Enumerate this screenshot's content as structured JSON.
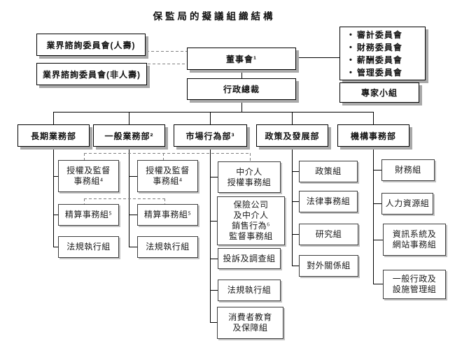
{
  "title": "保監局的擬議組織結構",
  "bullet_char": "•",
  "advisory_committees": {
    "life": "業界諮詢委員會(人壽)",
    "non_life": "業界諮詢委員會(非人壽)"
  },
  "board": "董事會¹",
  "board_committees": [
    "審計委員會",
    "財務委員會",
    "薪酬委員會",
    "管理委員會"
  ],
  "ceo": "行政總裁",
  "expert_panel": "專家小組",
  "divisions": [
    {
      "name": "長期業務部",
      "units": [
        "授權及監督\n事務組⁴",
        "精算事務組⁵",
        "法規執行組"
      ]
    },
    {
      "name": "一般業務部²",
      "units": [
        "授權及監督\n事務組⁴",
        "精算事務組⁵",
        "法規執行組"
      ]
    },
    {
      "name": "市場行為部³",
      "units": [
        "中介人\n授權事務組",
        "保險公司\n及中介人\n銷售行為⁶\n監督事務組",
        "投訴及調查組",
        "法規執行組",
        "消費者教育\n及保障組"
      ]
    },
    {
      "name": "政策及發展部",
      "units": [
        "政策組",
        "法律事務組",
        "研究組",
        "對外關係組"
      ]
    },
    {
      "name": "機構事務部",
      "units": [
        "財務組",
        "人力資源組",
        "資訊系統及\n網站事務組",
        "一般行政及\n設施管理組"
      ]
    }
  ]
}
